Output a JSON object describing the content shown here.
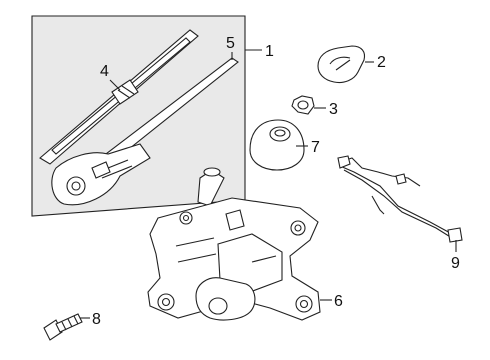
{
  "callouts": [
    {
      "id": "1",
      "text": "1"
    },
    {
      "id": "2",
      "text": "2"
    },
    {
      "id": "3",
      "text": "3"
    },
    {
      "id": "4",
      "text": "4"
    },
    {
      "id": "5",
      "text": "5"
    },
    {
      "id": "6",
      "text": "6"
    },
    {
      "id": "7",
      "text": "7"
    },
    {
      "id": "8",
      "text": "8"
    },
    {
      "id": "9",
      "text": "9"
    }
  ],
  "colors": {
    "line": "#222222",
    "shade": "#e9e9e9",
    "background": "#ffffff"
  }
}
